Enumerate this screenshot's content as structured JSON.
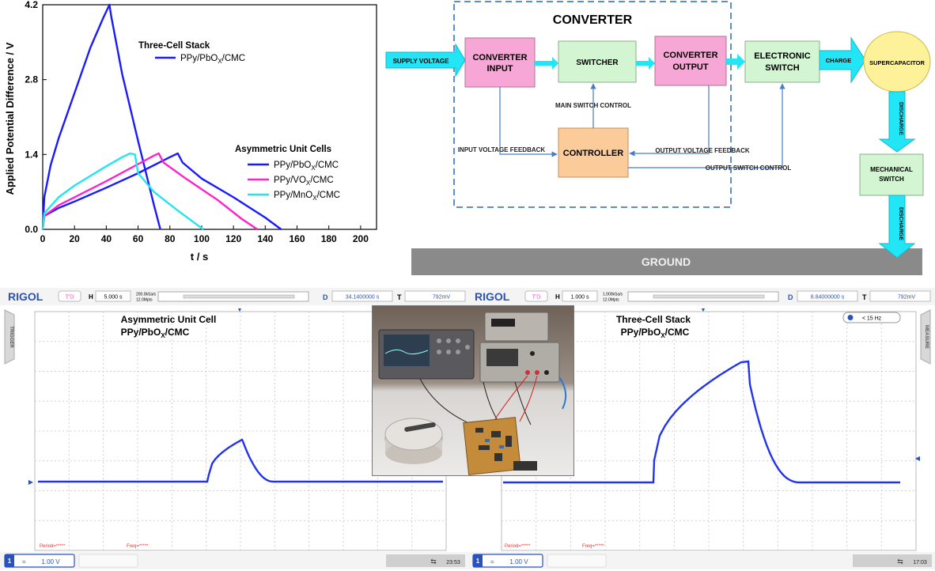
{
  "gcd_chart": {
    "chart_data": {
      "type": "line",
      "xlabel": "t / s",
      "ylabel": "Applied Potential Difference / V",
      "xlim": [
        0,
        210
      ],
      "ylim": [
        0,
        4.2
      ],
      "xticks": [
        0,
        20,
        40,
        60,
        80,
        100,
        120,
        140,
        160,
        180,
        200
      ],
      "yticks": [
        0.0,
        1.4,
        2.8,
        4.2
      ],
      "ytick_labels": [
        "0.0",
        "1.4",
        "2.8",
        "4.2"
      ],
      "legend_groups": [
        {
          "title": "Three-Cell Stack",
          "entries": [
            "PPy/PbOX/CMC"
          ]
        },
        {
          "title": "Asymmetric Unit Cells",
          "entries": [
            "PPy/PbOX/CMC",
            "PPy/VOX/CMC",
            "PPy/MnOX/CMC"
          ]
        }
      ],
      "series": [
        {
          "name": "Three-Cell Stack PPy/PbOX/CMC",
          "color": "#1a1aff",
          "x": [
            0,
            1,
            5,
            10,
            20,
            30,
            38,
            42,
            43,
            50,
            60,
            70,
            74
          ],
          "y": [
            0,
            0.6,
            1.2,
            1.7,
            2.55,
            3.4,
            3.95,
            4.2,
            4.0,
            2.9,
            1.65,
            0.45,
            0.0
          ]
        },
        {
          "name": "Asymmetric PPy/PbOX/CMC",
          "color": "#1a1aff",
          "x": [
            0,
            1,
            10,
            20,
            40,
            60,
            80,
            85,
            88,
            100,
            120,
            140,
            150
          ],
          "y": [
            0,
            0.25,
            0.4,
            0.52,
            0.78,
            1.05,
            1.35,
            1.42,
            1.25,
            0.95,
            0.6,
            0.22,
            0.0
          ]
        },
        {
          "name": "Asymmetric PPy/VOX/CMC",
          "color": "#ff22cc",
          "x": [
            0,
            1,
            10,
            20,
            40,
            60,
            70,
            73,
            76,
            90,
            110,
            125,
            135
          ],
          "y": [
            0,
            0.25,
            0.45,
            0.6,
            0.9,
            1.22,
            1.38,
            1.42,
            1.25,
            0.95,
            0.55,
            0.2,
            0.0
          ]
        },
        {
          "name": "Asymmetric PPy/MnOX/CMC",
          "color": "#22e5f0",
          "x": [
            0,
            1,
            10,
            20,
            30,
            40,
            50,
            55,
            58,
            60,
            70,
            85,
            101
          ],
          "y": [
            0,
            0.3,
            0.6,
            0.82,
            1.0,
            1.18,
            1.35,
            1.42,
            1.4,
            1.05,
            0.7,
            0.35,
            0.0
          ]
        }
      ]
    }
  },
  "converter": {
    "title": "CONVERTER",
    "supply_voltage": "SUPPLY VOLTAGE",
    "converter_input": [
      "CONVERTER",
      "INPUT"
    ],
    "switcher": "SWITCHER",
    "converter_output": [
      "CONVERTER",
      "OUTPUT"
    ],
    "electronic_switch": [
      "ELECTRONIC",
      "SWITCH"
    ],
    "charge": "CHARGE",
    "supercapacitor": "SUPERCAPACITOR",
    "main_switch_control": "MAIN SWITCH CONTROL",
    "input_voltage_feedback": "INPUT VOLTAGE FEEDBACK",
    "controller": "CONTROLLER",
    "output_voltage_feedback": "OUTPUT VOLTAGE FEEDBACK",
    "output_switch_control": "OUTPUT SWITCH CONTROL",
    "discharge": "DISCHARGE",
    "mechanical_switch": [
      "MECHANICAL",
      "SWITCH"
    ],
    "ground": "GROUND"
  },
  "scope_left": {
    "brand": "RIGOL",
    "mode": "T'D",
    "h_label": "H",
    "timebase": "5.000 s",
    "sample_info": [
      "200.0kSa/s",
      "12.0Mpts"
    ],
    "d_label": "D",
    "delay": "34.1400000 s",
    "t_label": "T",
    "trigger_level": "792mV",
    "side_tab": "TRIGGER",
    "title_line1": "Asymmetric Unit Cell",
    "title_line2_main": "PPy/PbO",
    "title_line2_sub": "X",
    "title_line2_tail": "/CMC",
    "period": "Period=*****",
    "freq": "Freq=*****",
    "channel": "1",
    "volts_div": "1.00 V",
    "time": "23:53"
  },
  "scope_right": {
    "brand": "RIGOL",
    "mode": "T'D",
    "h_label": "H",
    "timebase": "1.000 s",
    "sample_info": [
      "1.000kSa/s",
      "12.0Mpts"
    ],
    "d_label": "D",
    "delay": "8.84000000 s",
    "t_label": "T",
    "trigger_level": "792mV",
    "side_tab": "MEASURE",
    "freq_badge": "< 15 Hz",
    "title_line1": "Three-Cell Stack",
    "title_line2_main": "PPy/PbO",
    "title_line2_sub": "X",
    "title_line2_tail": "/CMC",
    "period": "Period=*****",
    "freq": "Freq=*****",
    "channel": "1",
    "volts_div": "1.00 V",
    "time": "17:03"
  },
  "colors": {
    "trace": "#2233ee",
    "grid": "#cccccc",
    "accent_blue": "#2a52be"
  }
}
